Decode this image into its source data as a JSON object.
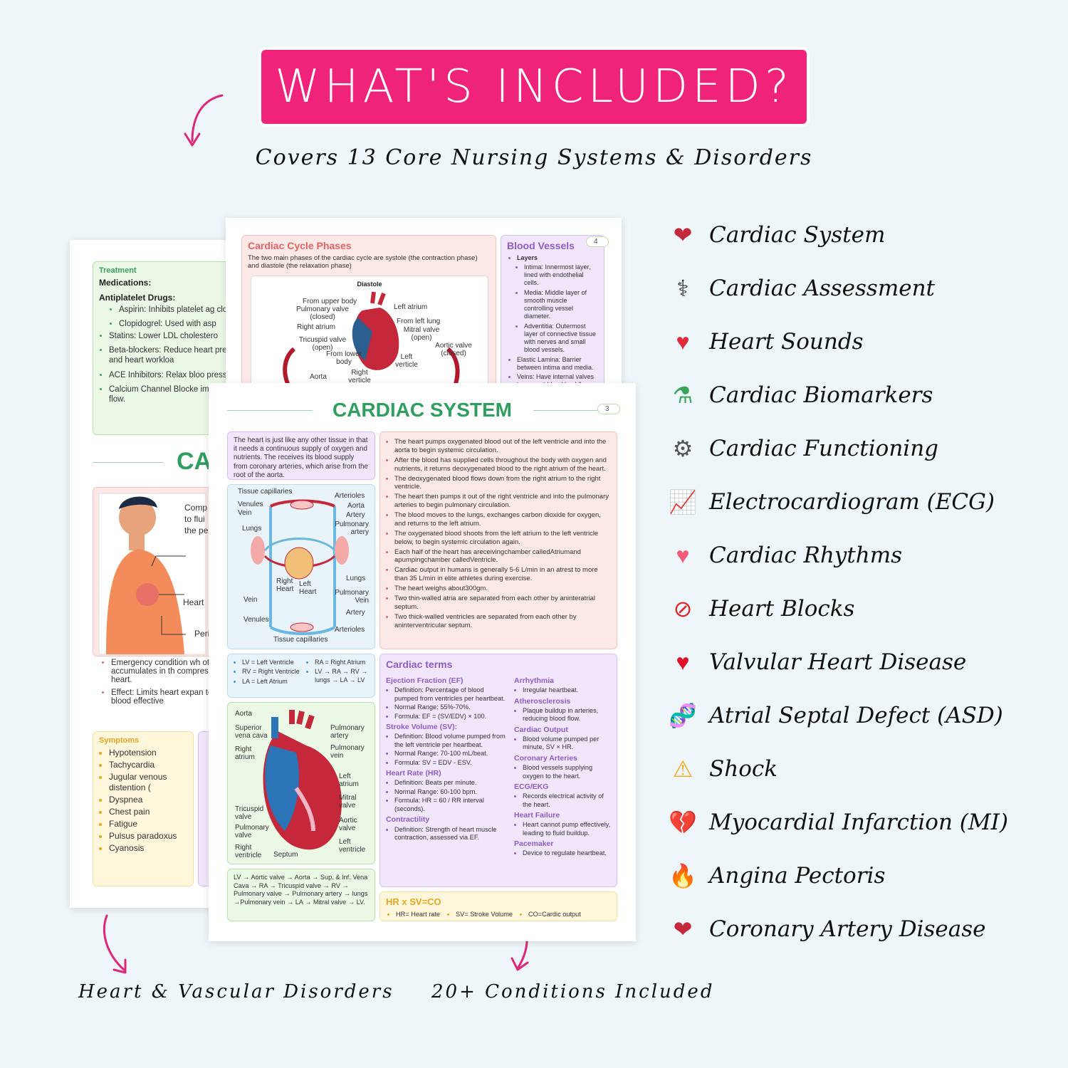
{
  "header": {
    "banner": "WHAT'S INCLUDED?",
    "subtitle": "Covers 13 Core Nursing Systems & Disorders"
  },
  "captions": {
    "left": "Heart & Vascular Disorders",
    "right": "20+ Conditions Included"
  },
  "systems": [
    {
      "label": "Cardiac System",
      "icon": "anatomical-heart-icon",
      "glyph": "❤"
    },
    {
      "label": "Cardiac Assessment",
      "icon": "stethoscope-icon",
      "glyph": "⚕"
    },
    {
      "label": "Heart Sounds",
      "icon": "beating-heart-icon",
      "glyph": "♥"
    },
    {
      "label": "Cardiac Biomarkers",
      "icon": "test-tube-icon",
      "glyph": "⚗"
    },
    {
      "label": "Cardiac Functioning",
      "icon": "gear-icon",
      "glyph": "⚙"
    },
    {
      "label": "Electrocardiogram (ECG)",
      "icon": "chart-increasing-icon",
      "glyph": "📈"
    },
    {
      "label": "Cardiac Rhythms",
      "icon": "glowing-heart-icon",
      "glyph": "♥"
    },
    {
      "label": "Heart Blocks",
      "icon": "prohibited-icon",
      "glyph": "⊘"
    },
    {
      "label": "Valvular Heart Disease",
      "icon": "red-heart-icon",
      "glyph": "♥"
    },
    {
      "label": "Atrial Septal Defect (ASD)",
      "icon": "dna-icon",
      "glyph": "🧬"
    },
    {
      "label": "Shock",
      "icon": "warning-icon",
      "glyph": "⚠"
    },
    {
      "label": "Myocardial Infarction (MI)",
      "icon": "broken-heart-icon",
      "glyph": "💔"
    },
    {
      "label": "Angina Pectoris",
      "icon": "fire-icon",
      "glyph": "🔥"
    },
    {
      "label": "Coronary Artery Disease",
      "icon": "anatomical-heart-icon",
      "glyph": "❤"
    }
  ],
  "back_sheet": {
    "treatment_title": "Treatment",
    "medications": "Medications:",
    "antiplatelet": "Antiplatelet Drugs:",
    "items": [
      "Aspirin: Inhibits platelet ag clots.",
      "Clopidogrel: Used with asp",
      "Statins: Lower LDL cholestero",
      "Beta-blockers: Reduce heart pressure, and heart workloa",
      "ACE Inhibitors: Relax bloo pressure.",
      "Calcium Channel Blocke improve blood flow."
    ],
    "section_title": "CA",
    "figure_text": "Comp to flui the pe",
    "heart_label": "Heart",
    "peri_label": "Peri",
    "notes": [
      "Emergency condition wh other) accumulates in th compressing the heart.",
      "Effect: Limits heart expan to pump blood effective"
    ],
    "symptoms_title": "Symptoms",
    "symptoms": [
      "Hypotension",
      "Tachycardia",
      "Jugular venous distention (",
      "Dyspnea",
      "Chest pain",
      "Fatigue",
      "Pulsus paradoxus",
      "Cyanosis"
    ]
  },
  "middle_sheet": {
    "cycle_title": "Cardiac Cycle Phases",
    "cycle_text": "The two main phases of the cardiac cycle are systole (the contraction phase) and diastole (the relaxation phase)",
    "diastole": "Diastole",
    "labels": [
      "From upper body",
      "Pulmonary valve (closed)",
      "Right atrium",
      "Tricuspid valve (open)",
      "From lower body",
      "Left atrium",
      "From left lung",
      "Mitral valve (open)",
      "Aortic valve (closed)",
      "Left verticle",
      "Right verticle",
      "Aorta"
    ],
    "vessels_title": "Blood Vessels",
    "page": "4",
    "layers": "Layers",
    "vessel_items": [
      "Intima: Innermost layer, lined with endothelial cells.",
      "Media: Middle layer of smooth muscle controlling vessel diameter.",
      "Adventitia: Outermost layer of connective tissue with nerves and small blood vessels."
    ],
    "vessel_extra": [
      "Elastic Lamina: Barrier between intima and media.",
      "Veins: Have internal valves to prevent blood backflow, especially in legs"
    ]
  },
  "front_sheet": {
    "title": "CARDIAC SYSTEM",
    "page": "3",
    "intro": "The heart is just like any other tissue in that it needs a continuous supply of oxygen and nutrients. The receives its blood supply from coronary arteries, which arise from the root of the aorta.",
    "facts": [
      "The heart pumps oxygenated blood out of the left ventricle and into the aorta to begin systemic circulation.",
      "After the blood has supplied cells throughout the body with oxygen and nutrients, it returns deoxygenated blood to the right atrium of the heart.",
      "The deoxygenated blood flows down from the right atrium to the right ventricle.",
      "The heart then pumps it out of the right ventricle and into the pulmonary arteries to begin pulmonary circulation.",
      "The blood moves to the lungs, exchanges carbon dioxide for oxygen, and returns to the left atrium.",
      "The oxygenated blood shoots from the left atrium to the left ventricle below, to begin systemic circulation again.",
      "Each half of the heart has areceivingchamber calledAtriumand apumpingchamber calledVentricle.",
      "Cardiac output in humans is generally 5-6 L/min in an atrest to more than 35 L/min in elite athletes during exercise.",
      "The heart weighs about300gm.",
      "Two thin-walled atria are separated from each other by aninteratrial septum.",
      "Two thick-walled ventricles are separated from each other by aninterventricular septum."
    ],
    "circ_labels": {
      "tissue_top": "Tissue capillaries",
      "venules_top": "Venules",
      "vein_top": "Vein",
      "lungs_left": "Lungs",
      "arterioles_top": "Arterioles",
      "aorta": "Aorta",
      "artery": "Artery",
      "pulm_artery": "Pulmonary artery",
      "lungs_right": "Lungs",
      "right_heart": "Right Heart",
      "left_heart": "Left Heart",
      "pulm_vein": "Pulmonary Vein",
      "vein_bottom": "Vein",
      "artery_bottom": "Artery",
      "venules_bottom": "Venules",
      "arterioles_bottom": "Arterioles",
      "tissue_bottom": "Tissue capillaries"
    },
    "abbrev": [
      "LV = Left Ventricle",
      "RV = Right Ventricle",
      "LA = Left Atrium",
      "RA = Right Atrium",
      "LV → RA → RV → lungs → LA → LV"
    ],
    "heart_labels": {
      "aorta": "Aorta",
      "svc": "Superior vena cava",
      "ra": "Right atrium",
      "tv": "Tricuspid valve",
      "pv": "Pulmonary valve",
      "rv": "Right ventricle",
      "septum": "Septum",
      "pa": "Pulmonary artery",
      "pvein": "Pulmonary vein",
      "la": "Left atrium",
      "mv": "Mitral valve",
      "av": "Aortic valve",
      "lv": "Left ventricle"
    },
    "flow": "LV → Aortic valve → Aorta → Sup. & Inf. Vena Cava → RA → Tricuspid valve → RV → Pulmonary valve → Pulmonary artery → lungs →Pulmonary vein → LA → Mitral valve → LV.",
    "terms_title": "Cardiac terms",
    "terms_left": [
      {
        "h": "Ejection Fraction (EF)",
        "items": [
          "Definition: Percentage of blood pumped from ventricles per heartbeat.",
          "Normal Range: 55%-70%.",
          "Formula: EF = (SV/EDV) × 100."
        ]
      },
      {
        "h": "Stroke Volume (SV):",
        "items": [
          "Definition: Blood volume pumped from the left ventricle per heartbeat.",
          "Normal Range: 70-100 mL/beat.",
          "Formula: SV = EDV - ESV."
        ]
      },
      {
        "h": "Heart Rate (HR)",
        "items": [
          "Definition: Beats per minute.",
          "Normal Range: 60-100 bpm.",
          "Formula: HR = 60 / RR interval (seconds)."
        ]
      },
      {
        "h": "Contractility",
        "items": [
          "Definition: Strength of heart muscle contraction, assessed via EF."
        ]
      }
    ],
    "terms_right": [
      {
        "h": "Arrhythmia",
        "items": [
          "Irregular heartbeat."
        ]
      },
      {
        "h": "Atherosclerosis",
        "items": [
          "Plaque buildup in arteries, reducing blood flow."
        ]
      },
      {
        "h": "Cardiac Output",
        "items": [
          "Blood volume pumped per minute, SV × HR."
        ]
      },
      {
        "h": "Coronary Arteries",
        "items": [
          "Blood vessels supplying oxygen to the heart."
        ]
      },
      {
        "h": "ECG/EKG",
        "items": [
          "Records electrical activity of the heart."
        ]
      },
      {
        "h": "Heart Failure",
        "items": [
          "Heart cannot pump effectively, leading to fluid buildup."
        ]
      },
      {
        "h": "Pacemaker",
        "items": [
          "Device to regulate heartbeat."
        ]
      }
    ],
    "formula_title": "HR x SV=CO",
    "formula_items": [
      "HR= Heart rate",
      "SV= Stroke Volume",
      "CO=Cardic output"
    ]
  },
  "colors": {
    "accent_pink": "#f0237a",
    "title_green": "#2f9e5f",
    "background": "#eef6f9"
  }
}
